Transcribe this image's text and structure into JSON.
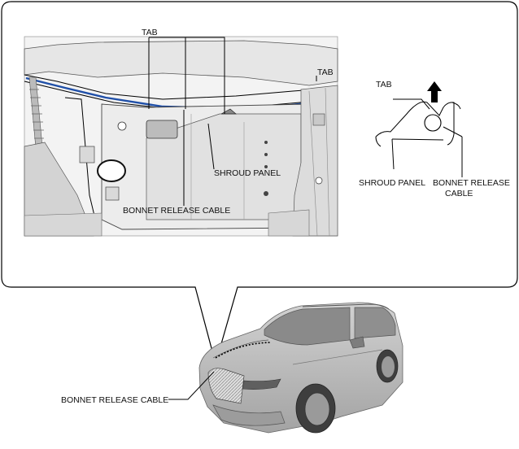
{
  "labels": {
    "tab_main": "TAB",
    "tab_right": "TAB",
    "shroud_panel_main": "SHROUD PANEL",
    "bonnet_release_cable_main": "BONNET RELEASE CABLE",
    "tab_detail": "TAB",
    "shroud_panel_detail": "SHROUD PANEL",
    "bonnet_release_detail_line1": "BONNET RELEASE",
    "bonnet_release_detail_line2": "CABLE",
    "bonnet_release_cable_car": "BONNET RELEASE CABLE"
  },
  "icons": {
    "direction_arrow": "up-arrow-icon"
  },
  "colors": {
    "callout_border": "#000000",
    "cable_highlight": "#1f4fa8",
    "car_body": "#b9b9b9"
  }
}
